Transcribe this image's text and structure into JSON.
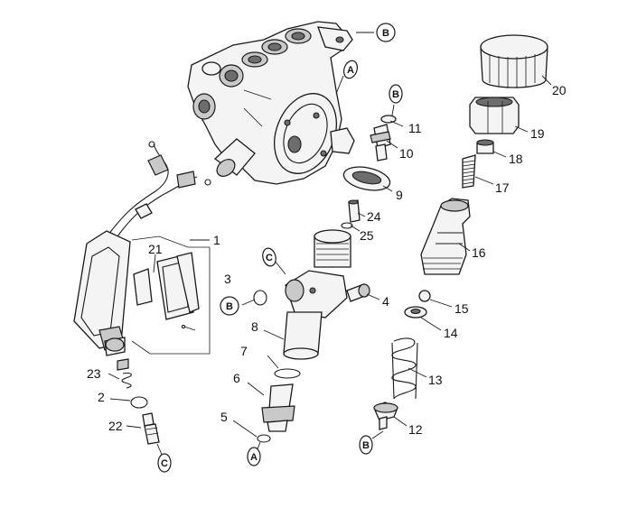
{
  "parts": {
    "p1": "1",
    "p2": "2",
    "p3": "3",
    "p4": "4",
    "p5": "5",
    "p6": "6",
    "p7": "7",
    "p8": "8",
    "p9": "9",
    "p10": "10",
    "p11": "11",
    "p12": "12",
    "p13": "13",
    "p14": "14",
    "p15": "15",
    "p16": "16",
    "p17": "17",
    "p18": "18",
    "p19": "19",
    "p20": "20",
    "p21": "21",
    "p22": "22",
    "p23": "23",
    "p24": "24",
    "p25": "25"
  },
  "refs": {
    "a": "A",
    "b": "B",
    "c": "C"
  }
}
